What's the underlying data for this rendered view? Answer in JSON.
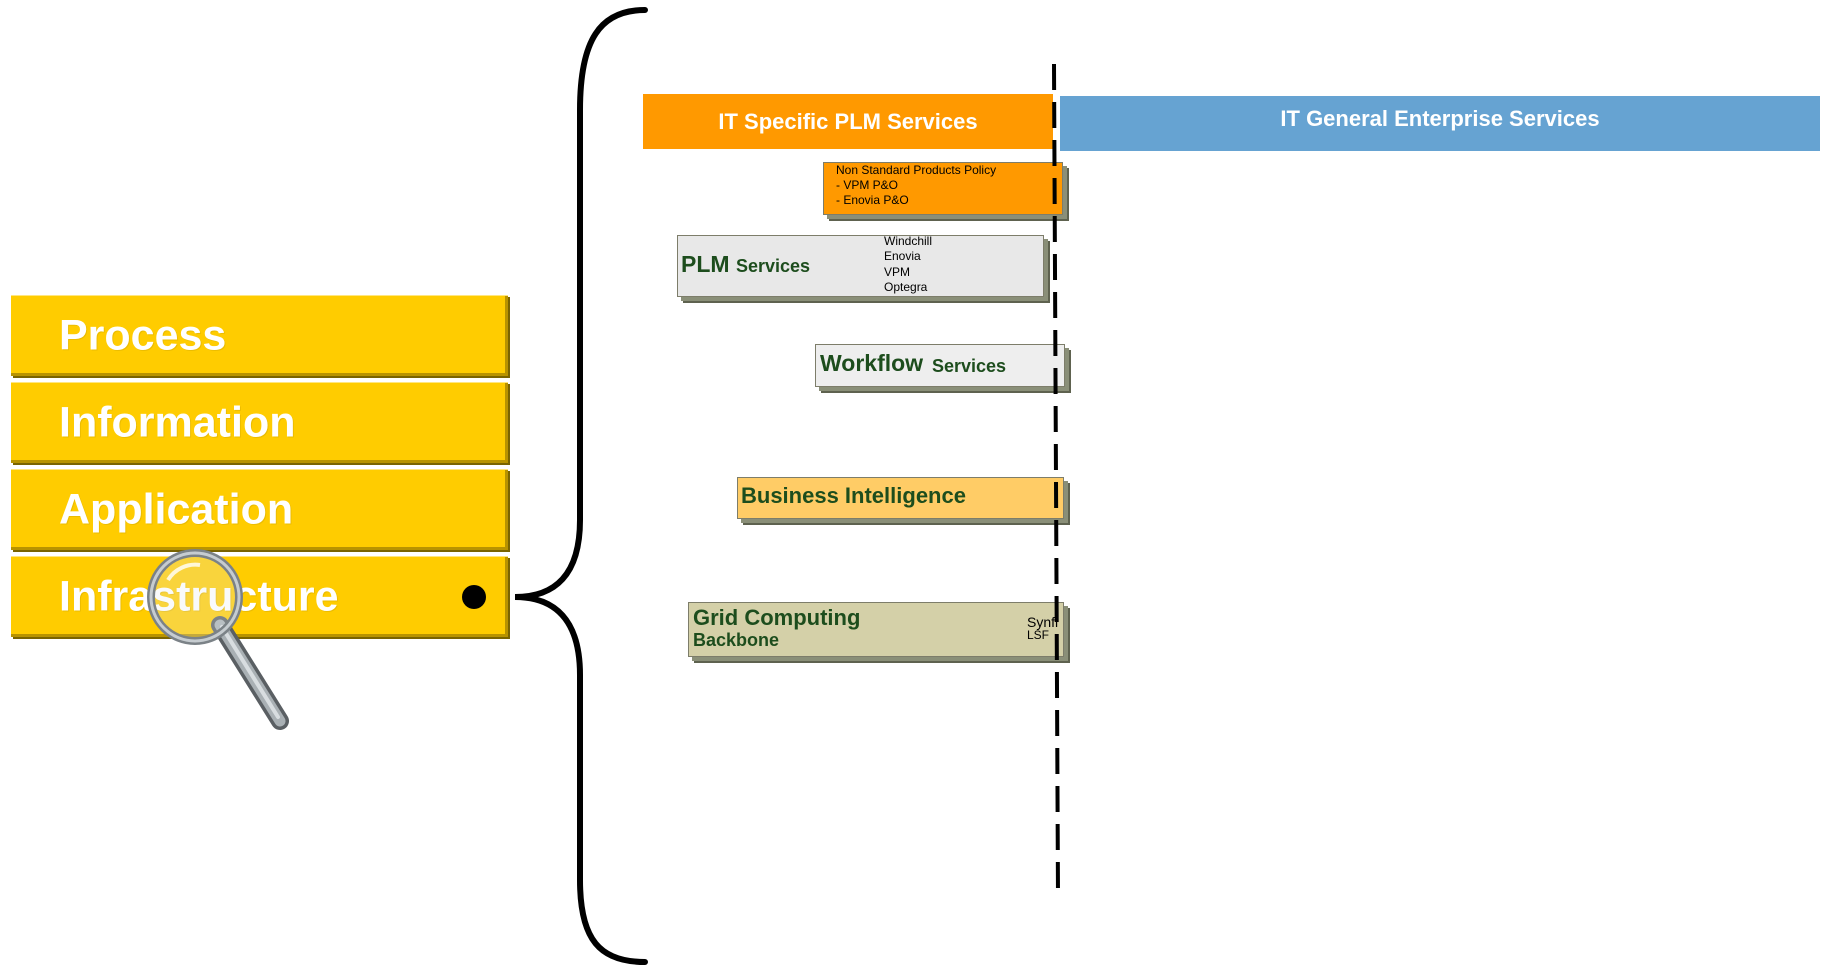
{
  "layers": {
    "process": "Process",
    "information": "Information",
    "application": "Application",
    "infrastructure": "Infrastructure"
  },
  "headers": {
    "plm": "IT Specific PLM Services",
    "enterprise": "IT General Enterprise Services"
  },
  "services": {
    "nonstandard": {
      "title": "Non Standard Products Policy",
      "items": [
        "- VPM P&O",
        "- Enovia P&O"
      ]
    },
    "plm": {
      "big": "PLM",
      "small": "Services",
      "items": [
        "Windchill",
        "Enovia",
        "VPM",
        "Optegra"
      ]
    },
    "workflow": {
      "big": "Workflow",
      "small": "Services"
    },
    "bi": {
      "big": "Business Intelligence"
    },
    "grid": {
      "big": "Grid Computing",
      "small": "Backbone",
      "items": [
        "Synfi",
        "LSF"
      ]
    }
  },
  "colors": {
    "layer": "#ffcc00",
    "plm_header": "#ff9900",
    "enterprise_header": "#66a3d2",
    "nonstandard": "#ff9900",
    "plm_box": "#e8e8e8",
    "bi_box": "#ffcc66",
    "grid_box": "#d4d0a8"
  },
  "icons": [
    "magnifying-glass-icon",
    "bullet-icon"
  ]
}
